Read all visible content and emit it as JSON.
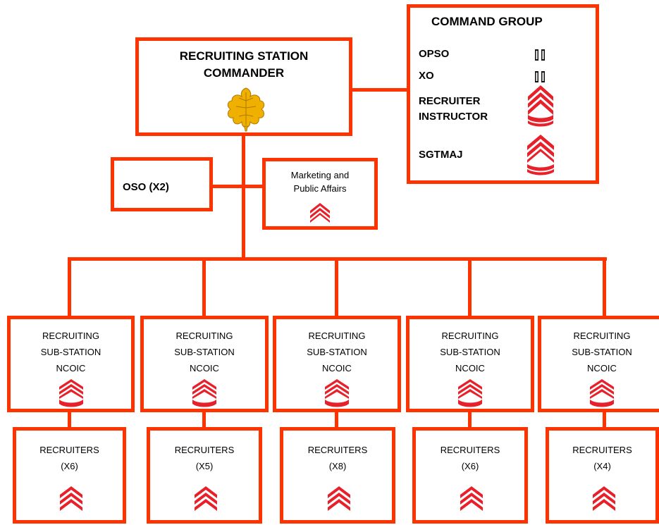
{
  "commander": {
    "line1": "RECRUITING STATION",
    "line2": "COMMANDER",
    "insignia": "oak-leaf-icon"
  },
  "command_group": {
    "title": "COMMAND GROUP",
    "members": [
      {
        "label": "OPSO",
        "insignia": "captain-bars-icon"
      },
      {
        "label": "XO",
        "insignia": "captain-bars-icon"
      },
      {
        "label_line1": "RECRUITER",
        "label_line2": "INSTRUCTOR",
        "insignia": "gunnery-sergeant-chevron-icon"
      },
      {
        "label": "SGTMAJ",
        "insignia": "sergeant-major-chevron-icon"
      }
    ]
  },
  "oso": {
    "label": "OSO (X2)"
  },
  "marketing": {
    "line1": "Marketing and",
    "line2": "Public Affairs",
    "insignia": "sergeant-chevron-icon"
  },
  "substations": [
    {
      "line1": "RECRUITING",
      "line2": "SUB-STATION",
      "line3": "NCOIC",
      "recruiters_label": "RECRUITERS",
      "recruiters_count": "(X6)"
    },
    {
      "line1": "RECRUITING",
      "line2": "SUB-STATION",
      "line3": "NCOIC",
      "recruiters_label": "RECRUITERS",
      "recruiters_count": "(X5)"
    },
    {
      "line1": "RECRUITING",
      "line2": "SUB-STATION",
      "line3": "NCOIC",
      "recruiters_label": "RECRUITERS",
      "recruiters_count": "(X8)"
    },
    {
      "line1": "RECRUITING",
      "line2": "SUB-STATION",
      "line3": "NCOIC",
      "recruiters_label": "RECRUITERS",
      "recruiters_count": "(X6)"
    },
    {
      "line1": "RECRUITING",
      "line2": "SUB-STATION",
      "line3": "NCOIC",
      "recruiters_label": "RECRUITERS",
      "recruiters_count": "(X4)"
    }
  ],
  "colors": {
    "border": "#ff3300",
    "insignia_red": "#e8202a",
    "oak_leaf_gold": "#f0b000"
  }
}
